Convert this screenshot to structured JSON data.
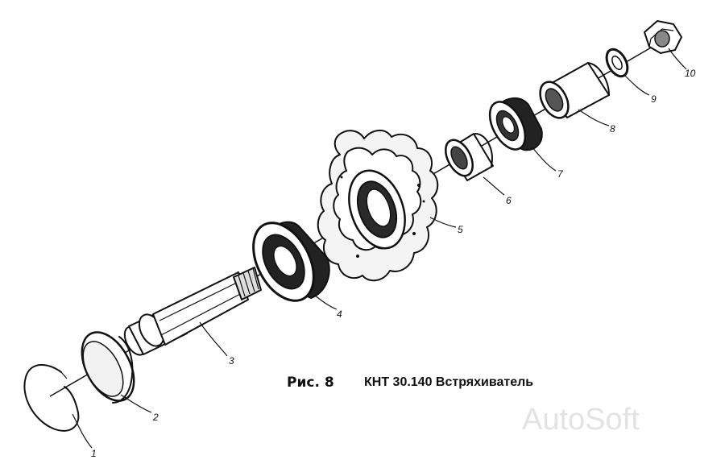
{
  "figure": {
    "fig_label": "Рис. 8",
    "title": "КНТ 30.140 Встряхиватель"
  },
  "parts": [
    {
      "number": "1",
      "icon": "retaining-ring"
    },
    {
      "number": "2",
      "icon": "cover-cap"
    },
    {
      "number": "3",
      "icon": "shaft"
    },
    {
      "number": "4",
      "icon": "bearing"
    },
    {
      "number": "5",
      "icon": "sprocket"
    },
    {
      "number": "6",
      "icon": "bushing"
    },
    {
      "number": "7",
      "icon": "bearing"
    },
    {
      "number": "8",
      "icon": "spacer-sleeve"
    },
    {
      "number": "9",
      "icon": "washer"
    },
    {
      "number": "10",
      "icon": "hex-nut"
    }
  ],
  "watermark": "AutoSoft"
}
